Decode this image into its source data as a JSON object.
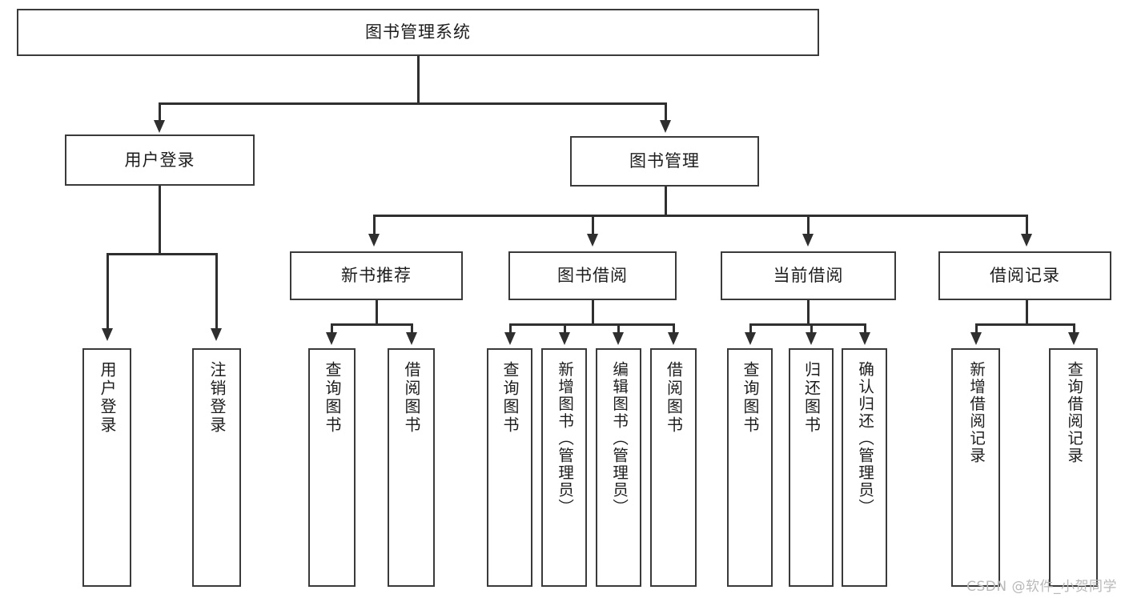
{
  "diagram": {
    "type": "tree",
    "title": "图书管理系统",
    "root": {
      "label": "图书管理系统"
    },
    "level2": [
      {
        "label": "用户登录"
      },
      {
        "label": "图书管理"
      }
    ],
    "level3": [
      {
        "label": "新书推荐"
      },
      {
        "label": "图书借阅"
      },
      {
        "label": "当前借阅"
      },
      {
        "label": "借阅记录"
      }
    ],
    "leaves": {
      "user_login": [
        {
          "label": "用户登录"
        },
        {
          "label": "注销登录"
        }
      ],
      "new_book_recommend": [
        {
          "label": "查询图书"
        },
        {
          "label": "借阅图书"
        }
      ],
      "book_borrow": [
        {
          "label": "查询图书"
        },
        {
          "label": "新增图书（管理员）"
        },
        {
          "label": "编辑图书（管理员）"
        },
        {
          "label": "借阅图书"
        }
      ],
      "current_borrow": [
        {
          "label": "查询图书"
        },
        {
          "label": "归还图书"
        },
        {
          "label": "确认归还（管理员）"
        }
      ],
      "borrow_record": [
        {
          "label": "新增借阅记录"
        },
        {
          "label": "查询借阅记录"
        }
      ]
    }
  },
  "watermark": {
    "text": "CSDN @软件_小贺同学"
  },
  "colors": {
    "box_border": "#3a3a3a",
    "line": "#2f2f2f",
    "text": "#1d1d1d",
    "background": "#ffffff",
    "watermark": "#b9b9b9"
  }
}
